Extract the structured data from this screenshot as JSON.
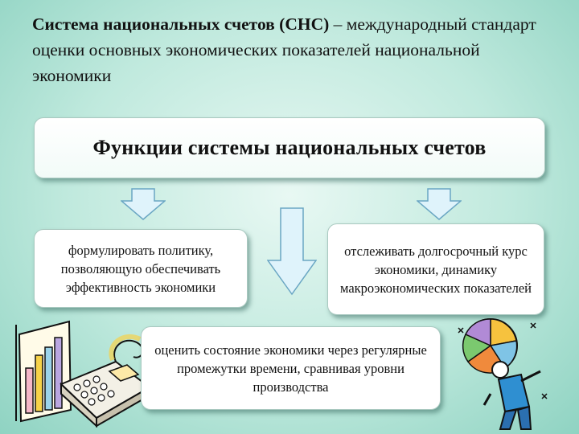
{
  "title": {
    "bold": "Система национальных счетов (СНС)",
    "rest": " – международный стандарт оценки основных экономических показателей национальной экономики"
  },
  "main_box": {
    "label": "Функции системы национальных счетов"
  },
  "functions": {
    "left": "формулировать политику, позволяющую обеспечивать эффективность экономики",
    "right": "отслеживать долгосрочный курс экономики, динамику макроэкономических показателей",
    "bottom": "оценить состояние экономики через регулярные промежутки времени, сравнивая уровни производства"
  },
  "colors": {
    "arrow_fill": "#dff3fb",
    "arrow_stroke": "#6aa6c3",
    "background": "#bfe9dd"
  },
  "icons": [
    "arrow-down-icon",
    "office-calculator-clipart",
    "pie-chart-person-clipart"
  ]
}
